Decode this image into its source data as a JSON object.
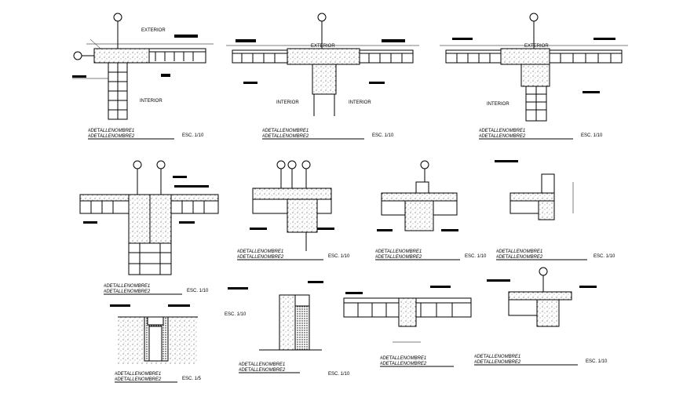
{
  "labels": {
    "exterior": "EXTERIOR",
    "interior": "INTERIOR",
    "title_line1": "#DETALLENOMBRE1",
    "title_line2": "#DETALLENOMBRE2",
    "scale": "ESC. 1/10",
    "scale_alt": "ESC. 1/5"
  },
  "colors": {
    "line": "#000000",
    "background": "#ffffff"
  }
}
